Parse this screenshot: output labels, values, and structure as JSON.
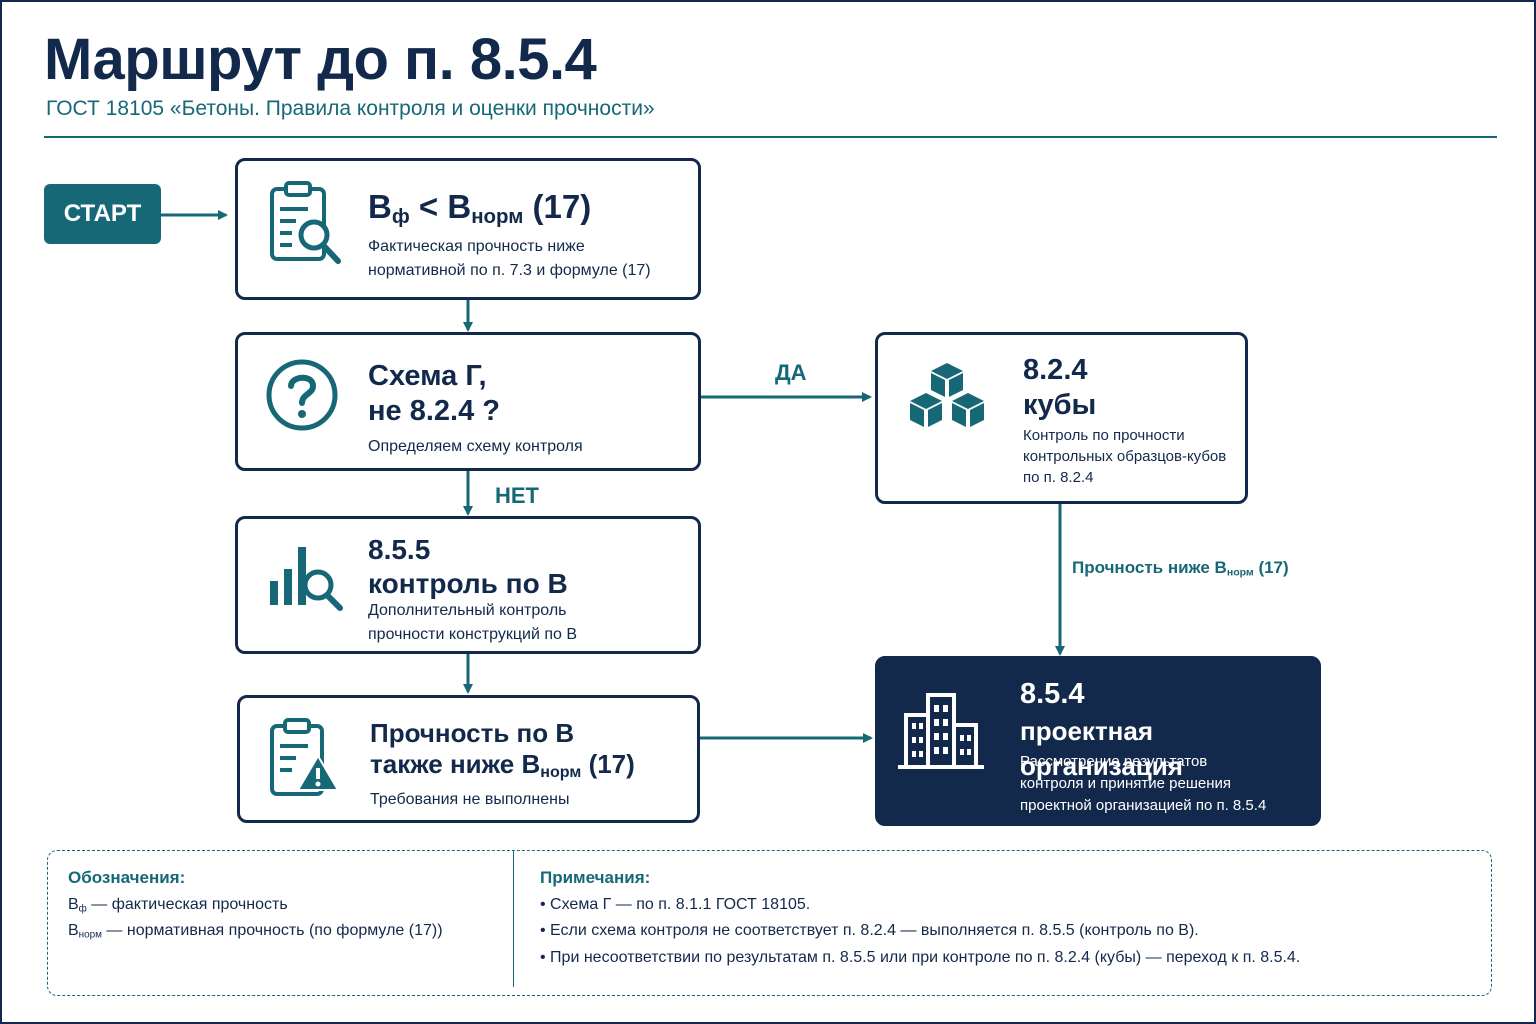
{
  "header": {
    "title": "Маршрут до п. 8.5.4",
    "subtitle": "ГОСТ 18105 «Бетоны. Правила контроля и оценки прочности»"
  },
  "start": {
    "label": "СТАРТ"
  },
  "nodes": {
    "condition": {
      "title_main": "B",
      "title_sub1": "ф",
      "title_mid": " < B",
      "title_sub2": "норм",
      "title_tail": " (17)",
      "desc_line1": "Фактическая прочность ниже",
      "desc_line2": "нормативной по п. 7.3 и формуле (17)"
    },
    "scheme": {
      "title_line1": "Схема Г,",
      "title_line2": "не 8.2.4 ?",
      "desc": "Определяем схему контроля"
    },
    "cubes": {
      "title_line1": "8.2.4",
      "title_line2": "кубы",
      "desc_line1": "Контроль по прочности",
      "desc_line2": "контрольных образцов-кубов",
      "desc_line3": "по п. 8.2.4"
    },
    "control_b": {
      "title_line1": "8.5.5",
      "title_line2": "контроль по B",
      "desc_line1": "Дополнительный контроль",
      "desc_line2": "прочности конструкций по B"
    },
    "strength_b": {
      "title_line1": "Прочность по B",
      "title_line2_main": "также ниже B",
      "title_line2_sub": "норм",
      "title_line2_tail": " (17)",
      "desc": "Требования не выполнены"
    },
    "design_org": {
      "title_line1": "8.5.4",
      "title_line2": "проектная организация",
      "desc_line1": "Рассмотрение результатов",
      "desc_line2": "контроля и принятие решения",
      "desc_line3": "проектной организацией по п. 8.5.4"
    }
  },
  "edges": {
    "yes_label": "ДА",
    "no_label": "НЕТ",
    "cubes_to_org_main": "Прочность ниже B",
    "cubes_to_org_sub": "норм",
    "cubes_to_org_tail": " (17)"
  },
  "legend": {
    "symbols_heading": "Обозначения:",
    "sym1_main": "B",
    "sym1_sub": "ф",
    "sym1_text": " — фактическая прочность",
    "sym2_main": "B",
    "sym2_sub": "норм",
    "sym2_text": " — нормативная прочность (по формуле (17))",
    "notes_heading": "Примечания:",
    "notes": [
      "•  Схема Г — по п. 8.1.1 ГОСТ 18105.",
      "•  Если схема контроля не соответствует п. 8.2.4 — выполняется п. 8.5.5 (контроль по B).",
      "•  При несоответствии по результатам п. 8.5.5 или при контроле по п. 8.2.4 (кубы) — переход к  п. 8.5.4."
    ]
  },
  "colors": {
    "navy": "#13294b",
    "teal": "#176876"
  }
}
